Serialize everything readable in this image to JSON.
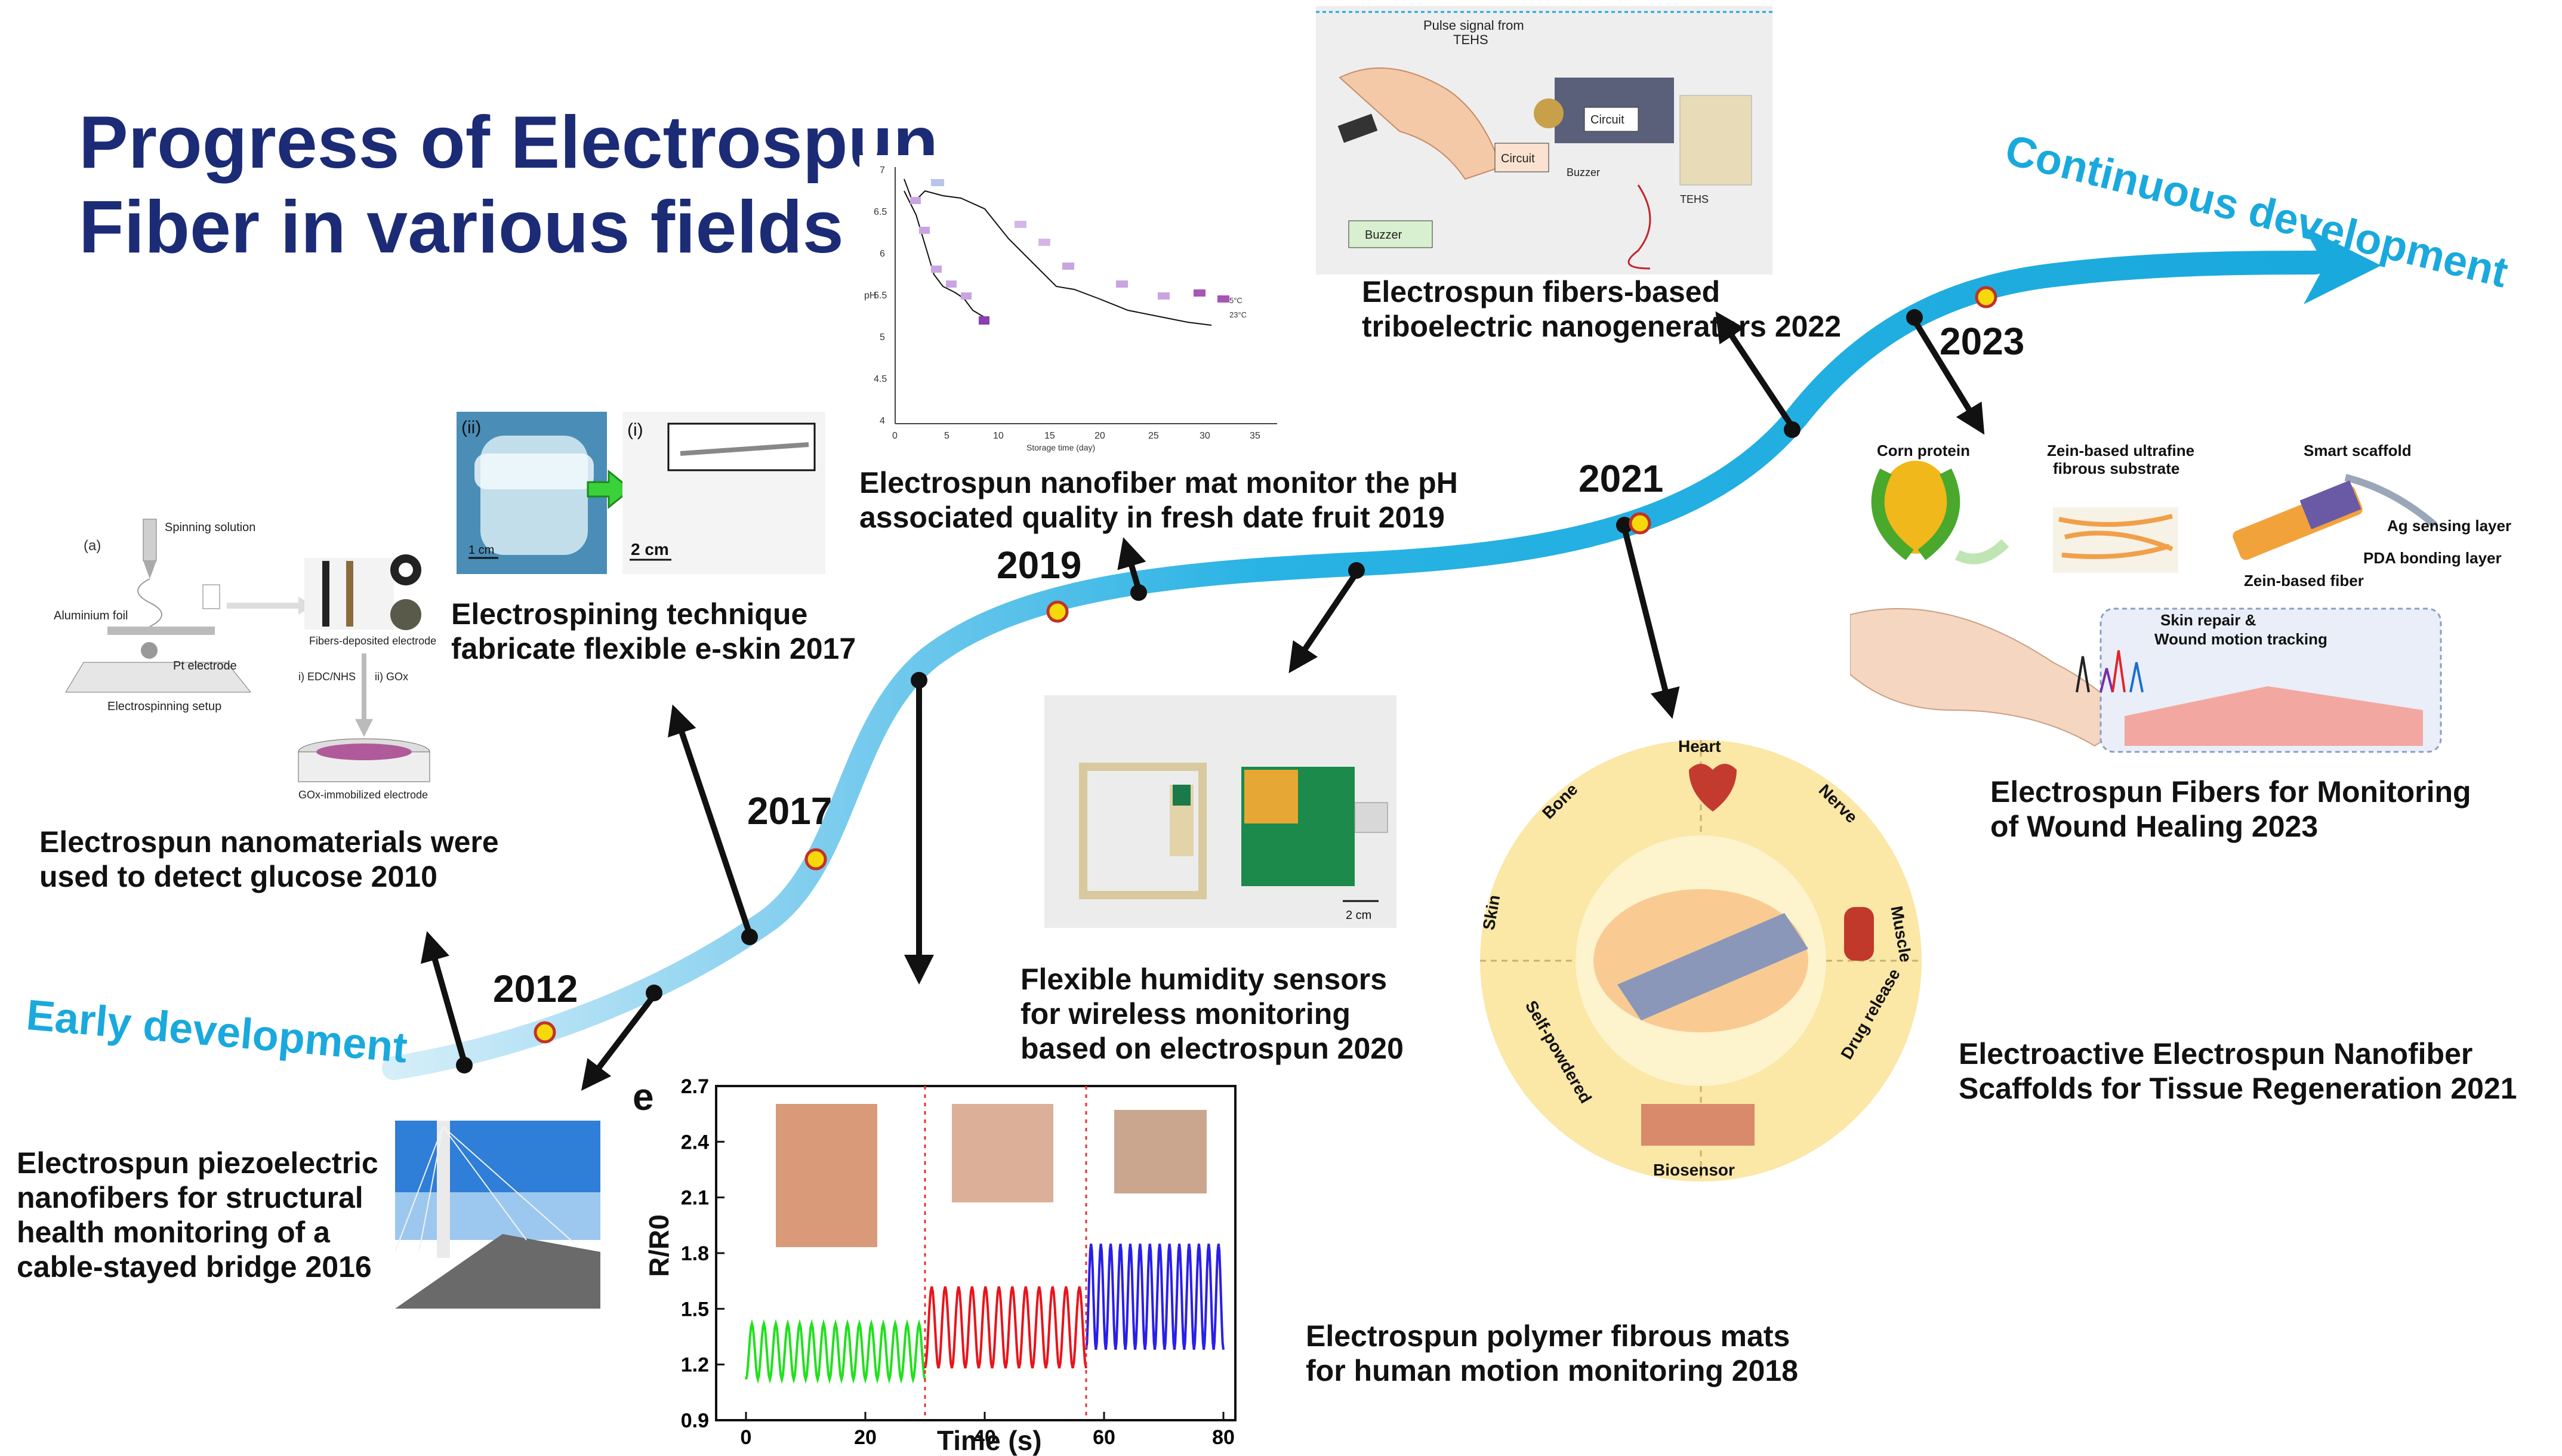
{
  "title": {
    "line1": "Progress of Electrospun",
    "line2": "Fiber in various fields"
  },
  "phases": {
    "early": "Early development",
    "continuous": "Continuous development"
  },
  "years": [
    "2012",
    "2017",
    "2019",
    "2021",
    "2023"
  ],
  "captions": {
    "glucose": {
      "l1": "Electrospun nanomaterials were",
      "l2": "used to detect glucose 2010"
    },
    "eskin": {
      "l1": "Electrospining technique",
      "l2": "fabricate flexible e-skin 2017"
    },
    "ph": {
      "l1": "Electrospun nanofiber mat monitor the pH",
      "l2": "associated quality in fresh date fruit 2019"
    },
    "teng": {
      "l1": "Electrospun fibers-based",
      "l2": "triboelectric nanogenerators 2022"
    },
    "wound": {
      "l1": "Electrospun Fibers for Monitoring",
      "l2": "of Wound Healing 2023"
    },
    "tissue": {
      "l1": "Electroactive Electrospun Nanofiber",
      "l2": "Scaffolds for Tissue Regeneration 2021"
    },
    "humidity": {
      "l1": "Flexible humidity sensors",
      "l2": "for wireless monitoring",
      "l3": "based on electrospun 2020"
    },
    "motion": {
      "l1": "Electrospun polymer fibrous mats",
      "l2": "for human motion monitoring 2018"
    },
    "bridge": {
      "l1": "Electrospun piezoelectric",
      "l2": "nanofibers for structural",
      "l3": "health monitoring of a",
      "l4": "cable-stayed bridge 2016"
    }
  },
  "fig_glucose": {
    "panel": "(a)",
    "spinning_solution": "Spinning solution",
    "aluminium_foil": "Aluminium foil",
    "pt_electrode": "Pt electrode",
    "setup": "Electrospinning setup",
    "fibers_electrode": "Fibers-deposited electrode",
    "step1": "i) EDC/NHS",
    "step2": "ii) GOx",
    "gox_electrode": "GOx-immobilized electrode"
  },
  "fig_eskin": {
    "panel_ii": "(ii)",
    "panel_i": "(i)",
    "scale1": "1 cm",
    "scale2": "2 cm"
  },
  "fig_ph": {
    "y_ticks": [
      "7",
      "6.5",
      "6",
      "5.5",
      "5",
      "4.5",
      "4"
    ],
    "x_ticks": [
      "0",
      "5",
      "10",
      "15",
      "20",
      "25",
      "30",
      "35"
    ],
    "ylabel": "pH",
    "xlabel": "Storage time (day)",
    "legend1": "5°C",
    "legend2": "23°C"
  },
  "fig_teng": {
    "pulse": "Pulse signal from",
    "tehs": "TEHS",
    "circuit": "Circuit",
    "circuit2": "Circuit",
    "buzzer": "Buzzer",
    "buzzer2": "Buzzer",
    "tehs2": "TEHS"
  },
  "fig_wound": {
    "corn": "Corn protein",
    "zein_sub1": "Zein-based ultrafine",
    "zein_sub2": "fibrous substrate",
    "smart": "Smart scaffold",
    "ag": "Ag sensing layer",
    "pda": "PDA bonding layer",
    "zein_fiber": "Zein-based fiber",
    "skin1": "Skin repair  &",
    "skin2": "Wound motion tracking"
  },
  "fig_humidity": {
    "scale": "2 cm"
  },
  "fig_tissue": {
    "heart": "Heart",
    "nerve": "Nerve",
    "muscle": "Muscle",
    "drug": "Drug release",
    "biosensor": "Biosensor",
    "selfpow": "Self-powdered",
    "skin": "Skin",
    "bone": "Bone"
  },
  "chart_data": {
    "type": "line",
    "panel": "e",
    "xlabel": "Time (s)",
    "ylabel": "R/R0",
    "xlim": [
      -5,
      82
    ],
    "ylim": [
      0.9,
      2.7
    ],
    "x_ticks": [
      "0",
      "20",
      "40",
      "60",
      "80"
    ],
    "y_ticks": [
      "0.9",
      "1.2",
      "1.5",
      "1.8",
      "2.1",
      "2.4",
      "2.7"
    ],
    "series": [
      {
        "color": "#22e01e",
        "x_range": [
          0,
          30
        ],
        "base": 1.12,
        "peak": 1.42,
        "cycles": 15
      },
      {
        "color": "#e8141c",
        "x_range": [
          30,
          57
        ],
        "base": 1.18,
        "peak": 1.62,
        "cycles": 12
      },
      {
        "color": "#2a1fe8",
        "x_range": [
          57,
          80
        ],
        "base": 1.28,
        "peak": 1.85,
        "cycles": 14
      }
    ],
    "colors": {
      "green": "#22e01e",
      "red": "#e8141c",
      "blue": "#2a1fe8"
    }
  },
  "colors": {
    "title": "#1c2b76",
    "ribbon": "#1aa9dd",
    "year_dot": "#f5d90a",
    "dot_border": "#c0322a"
  }
}
